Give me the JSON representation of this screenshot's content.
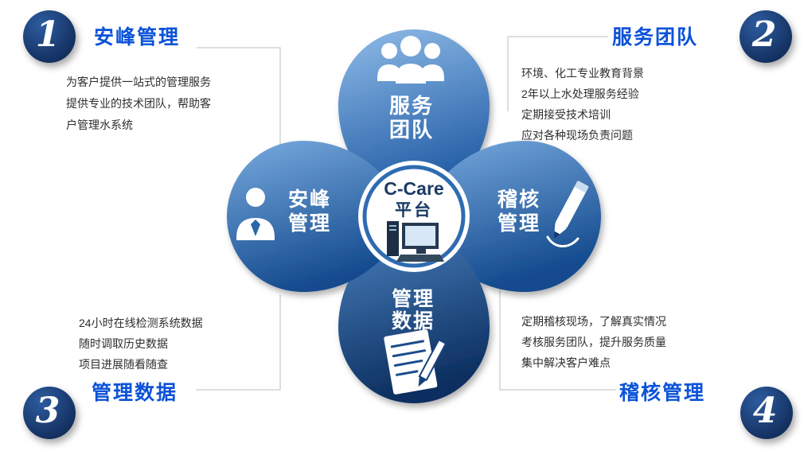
{
  "colors": {
    "heading_blue": "#0b52d8",
    "number_circle_navy": "#132f5e",
    "petal_light_blue": "#8fbce8",
    "petal_dark_blue": "#0c2f60",
    "center_ring_blue": "#2e6cb2",
    "body_text": "#2e2e2e"
  },
  "center": {
    "line1": "C-Care",
    "line2": "平台",
    "icon": "desktop-computer-icon"
  },
  "petals": {
    "top": {
      "line1": "服务",
      "line2": "团队",
      "icon": "team-people-icon"
    },
    "left": {
      "line1": "安峰",
      "line2": "管理",
      "icon": "person-icon"
    },
    "right": {
      "line1": "稽核",
      "line2": "管理",
      "icon": "pencil-icon"
    },
    "bottom": {
      "line1": "管理",
      "line2": "数据",
      "icon": "document-pen-icon"
    }
  },
  "corners": {
    "one": {
      "number": "1",
      "heading": "安峰管理",
      "lines": [
        "为客户提供一站式的管理服务",
        "提供专业的技术团队，帮助客",
        "户管理水系统"
      ]
    },
    "two": {
      "number": "2",
      "heading": "服务团队",
      "lines": [
        "环境、化工专业教育背景",
        "2年以上水处理服务经验",
        "定期接受技术培训",
        "应对各种现场负责问题"
      ]
    },
    "three": {
      "number": "3",
      "heading": "管理数据",
      "lines": [
        "24小时在线检测系统数据",
        "随时调取历史数据",
        "项目进展随看随查"
      ]
    },
    "four": {
      "number": "4",
      "heading": "稽核管理",
      "lines": [
        "定期稽核现场，了解真实情况",
        "考核服务团队，提升服务质量",
        "集中解决客户难点"
      ]
    }
  }
}
